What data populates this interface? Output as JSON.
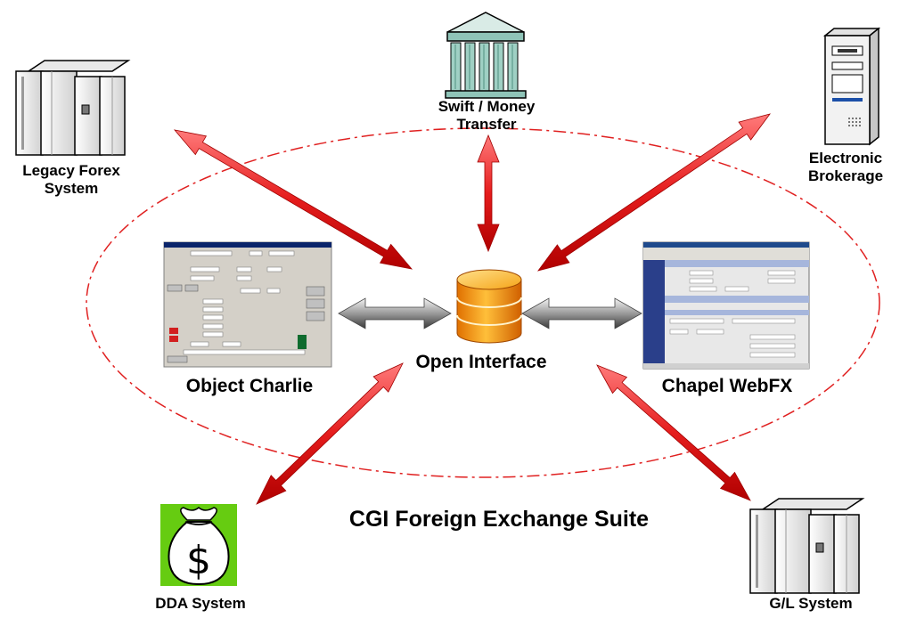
{
  "title": "CGI Foreign Exchange Suite",
  "hub": {
    "label": "Open Interface"
  },
  "nodes": {
    "legacy_forex": {
      "label_line1": "Legacy Forex",
      "label_line2": "System"
    },
    "swift": {
      "label_line1": "Swift / Money",
      "label_line2": "Transfer"
    },
    "electronic_brokerage": {
      "label_line1": "Electronic",
      "label_line2": "Brokerage"
    },
    "object_charlie": {
      "label": "Object Charlie"
    },
    "chapel_webfx": {
      "label": "Chapel WebFX"
    },
    "dda": {
      "label": "DDA System"
    },
    "gl": {
      "label": "G/L System"
    }
  },
  "icons": {
    "legacy_forex": "mainframe-icon",
    "swift": "bank-building-icon",
    "electronic_brokerage": "server-tower-icon",
    "hub": "database-cylinder-icon",
    "object_charlie": "app-window-screenshot",
    "chapel_webfx": "web-app-screenshot",
    "dda": "money-bag-icon",
    "gl": "mainframe-icon"
  },
  "colors": {
    "red_arrow": "#e51c1c",
    "grey_arrow": "#555555",
    "ellipse": "#e02020",
    "database": "#f5a418",
    "bag_bg": "#66cc11"
  }
}
